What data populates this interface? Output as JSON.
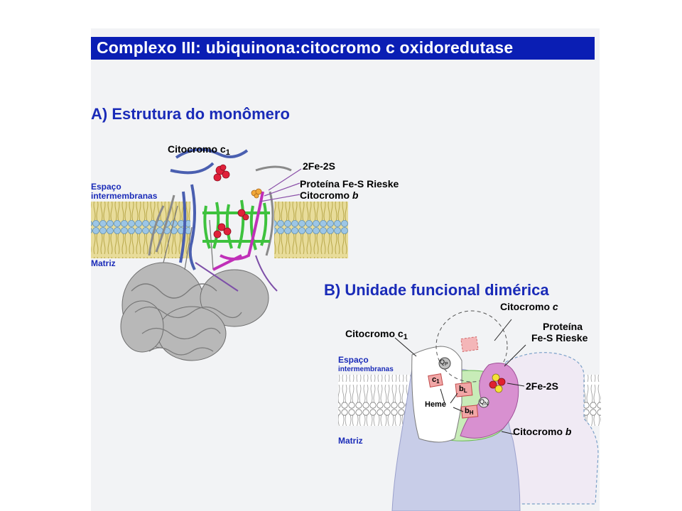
{
  "title": "Complexo III: ubiquinona:citocromo c oxidoredutase",
  "section_a": {
    "heading": "A) Estrutura do monômero",
    "labels": {
      "cyt_c1": "Citocromo c",
      "cyt_c1_sub": "1",
      "fe2s": "2Fe-2S",
      "rieske": "Proteína Fe-S Rieske",
      "cyt_b": "Citocromo",
      "cyt_b_italic": "b",
      "ims_1": "Espaço",
      "ims_2": "intermembranas",
      "matrix": "Matriz"
    }
  },
  "section_b": {
    "heading": "B) Unidade funcional dimérica",
    "labels": {
      "cyt_c": "Citocromo",
      "cyt_c_italic": "c",
      "cyt_c1": "Citocromo c",
      "cyt_c1_sub": "1",
      "rieske_1": "Proteína",
      "rieske_2": "Fe-S Rieske",
      "fe2s": "2Fe-2S",
      "cyt_b": "Citocromo",
      "cyt_b_italic": "b",
      "ims_1": "Espaço",
      "ims_2": "intermembranas",
      "matrix": "Matriz",
      "heme": "Heme",
      "qp": "Q",
      "qp_sub": "P",
      "qn": "Q",
      "qn_sub": "N",
      "c1": "c",
      "c1_sub": "1",
      "bl": "b",
      "bl_sub": "L",
      "bh": "b",
      "bh_sub": "H"
    }
  }
}
